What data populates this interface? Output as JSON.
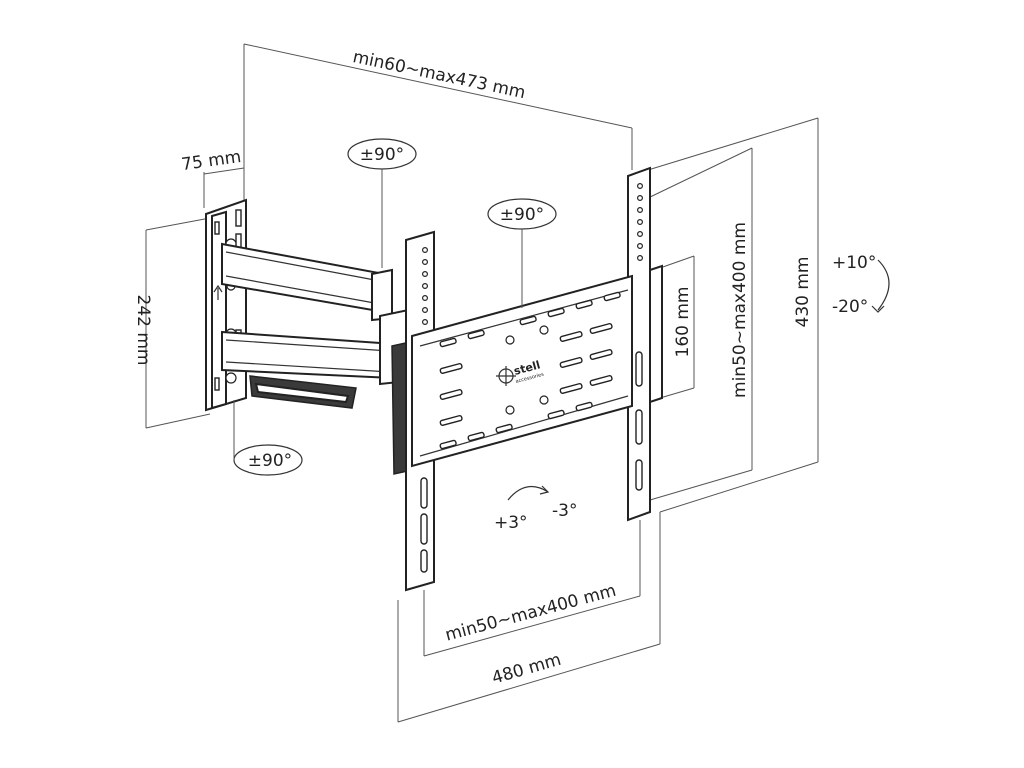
{
  "dimensions": {
    "top_span": "min60~max473 mm",
    "wall_offset": "75 mm",
    "wall_height": "242 mm",
    "vesa_horizontal": "min50~max400 mm",
    "overall_width": "480 mm",
    "vesa_vertical": "min50~max400 mm",
    "overall_height": "430 mm",
    "inner_height": "160 mm"
  },
  "rotations": {
    "arm_top": "±90°",
    "plate_top": "±90°",
    "wall_bottom": "±90°",
    "tilt_up": "+10°",
    "tilt_down": "-20°",
    "level_plus": "+3°",
    "level_minus": "-3°"
  },
  "brand": {
    "name": "stell",
    "tagline": "accessories"
  }
}
